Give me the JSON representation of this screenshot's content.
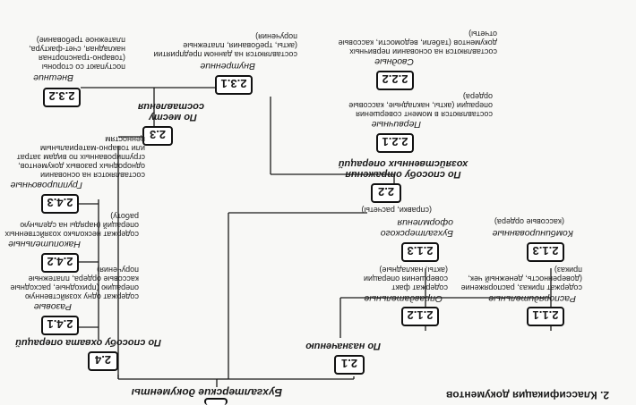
{
  "page_heading": "2. Классификация документов",
  "root": {
    "title": "Бухгалтерские документы"
  },
  "groups": {
    "g21": {
      "code": "2.1",
      "title": "По назначению"
    },
    "g22": {
      "code": "2.2",
      "title": "По способу отражения хозяйственных операций"
    },
    "g23": {
      "code": "2.3",
      "title": "По месту составления"
    },
    "g24": {
      "code": "2.4",
      "title": "По способу охвата операций"
    }
  },
  "items": {
    "i211": {
      "code": "2.1.1",
      "title": "Распорядительные",
      "desc": "содержат приказ, распоряжение (доверенность, денежный чек, приказ)"
    },
    "i212": {
      "code": "2.1.2",
      "title": "Оправдательные",
      "desc": "содержат факт совершения операции (акты, накладные)"
    },
    "i213": {
      "code": "2.1.3",
      "title": "Комбинированные",
      "desc": "(кассовые ордера)"
    },
    "i214": {
      "code": "2.1.3",
      "title": "Бухгалтерского оформления",
      "desc": "(справки, расчеты)"
    },
    "i221": {
      "code": "2.2.1",
      "title": "Первичные",
      "desc": "составляются в момент совершения операции (акты, накладные, кассовые ордера)"
    },
    "i222": {
      "code": "2.2.2",
      "title": "Сводные",
      "desc": "составляются на основании первичных документов (табели, ведомости, кассовые отчеты)"
    },
    "i231": {
      "code": "2.3.1",
      "title": "Внутренние",
      "desc": "составляются на данном предприятии (акты, требования, платежные поручения)"
    },
    "i232": {
      "code": "2.3.2",
      "title": "Внешние",
      "desc": "поступают со стороны (товарно-транспортная накладная, счет-фактура, платежное требование)"
    },
    "i241": {
      "code": "2.4.1",
      "title": "Разовые",
      "desc": "содержат одну хозяйственную операцию (приходные, расходные кассовые ордера, платежные поручения)"
    },
    "i242": {
      "code": "2.4.2",
      "title": "Накопительные",
      "desc": "содержат несколько хозяйственных операций (наряды на сдельную работу)"
    },
    "i243": {
      "code": "2.4.3",
      "title": "Группировочные",
      "desc": "составляются на основании однородных разовых документов, сгруппированных по видам затрат или товарно-материальным ценностям"
    }
  }
}
